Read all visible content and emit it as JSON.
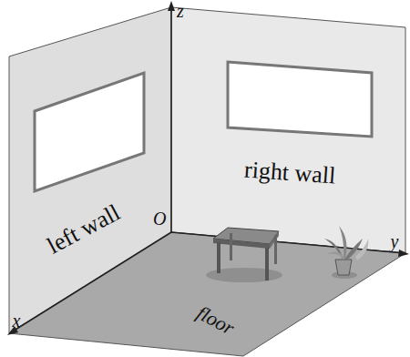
{
  "diagram": {
    "labels": [
      "z",
      "left wall",
      "right wall",
      "O",
      "y",
      "x",
      "floor"
    ]
  }
}
